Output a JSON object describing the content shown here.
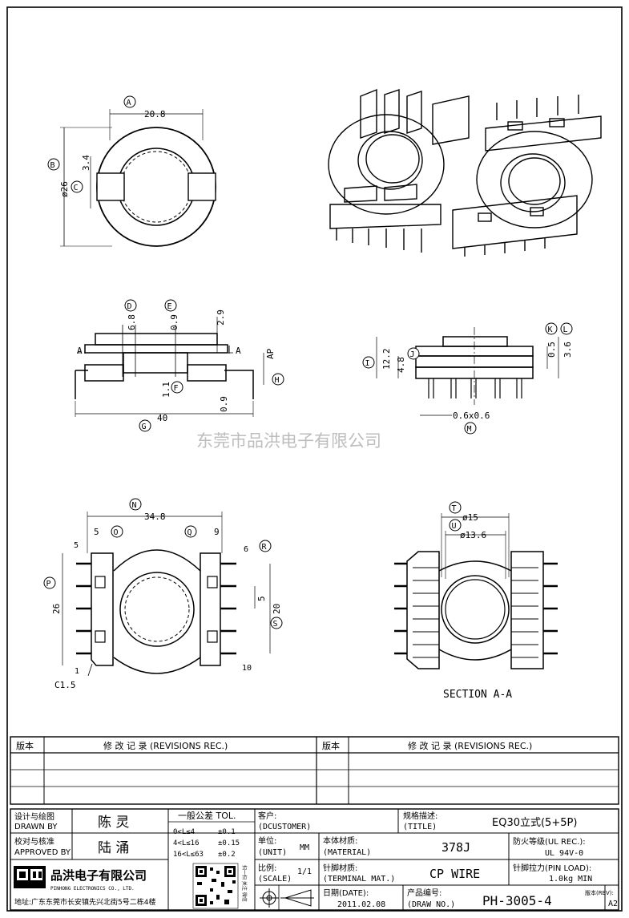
{
  "watermark": "东莞市品洪电子有限公司",
  "views": {
    "top": {
      "dim_width": "20.8",
      "dim_height": "ø26",
      "dim_slot": "3.4",
      "labels": [
        "A",
        "B",
        "C"
      ]
    },
    "front": {
      "dims": [
        "6.8",
        "0.9",
        "2.9",
        "AP",
        "1.1",
        "0.9",
        "40"
      ],
      "section_marks": [
        "A",
        "A"
      ],
      "labels": [
        "D",
        "E",
        "F",
        "G",
        "H"
      ]
    },
    "side": {
      "dims": [
        "12.2",
        "4.8",
        "0.5",
        "3.6",
        "0.6x0.6"
      ],
      "labels": [
        "I",
        "J",
        "K",
        "L",
        "M"
      ]
    },
    "bottom": {
      "dims": [
        "34.8",
        "5",
        "9",
        "26",
        "5",
        "20",
        "C1.5"
      ],
      "pin_numbers": [
        "5",
        "6",
        "1",
        "10"
      ],
      "labels": [
        "N",
        "O",
        "P",
        "Q",
        "R",
        "S"
      ]
    },
    "section": {
      "dims": [
        "ø15",
        "ø13.6"
      ],
      "labels": [
        "T",
        "U"
      ],
      "caption": "SECTION A-A"
    }
  },
  "revisions": {
    "left_header": {
      "version": "版本",
      "record": "修 改 记 录 (REVISIONS REC.)"
    },
    "right_header": {
      "version": "版本",
      "record": "修 改 记 录 (REVISIONS REC.)"
    }
  },
  "title_block": {
    "drawn_by_label_cn": "设计与绘图",
    "drawn_by_label_en": "DRAWN BY",
    "drawn_by": "陈 灵",
    "approved_label_cn": "校对与核准",
    "approved_label_en": "APPROVED BY",
    "approved_by": "陆 涌",
    "tolerance_title": "一般公差 TOL.",
    "tolerances": [
      {
        "range": "0<L≤4",
        "value": "±0.1"
      },
      {
        "range": "4<L≤16",
        "value": "±0.15"
      },
      {
        "range": "16<L≤63",
        "value": "±0.2"
      }
    ],
    "customer_label_cn": "客户:",
    "customer_label_en": "(DCUSTOMER)",
    "title_label_cn": "规格描述:",
    "title_label_en": "(TITLE)",
    "title": "EQ30立式(5+5P)",
    "unit_label_cn": "单位:",
    "unit_label_en": "(UNIT)",
    "unit": "MM",
    "material_label_cn": "本体材质:",
    "material_label_en": "(MATERIAL)",
    "material": "378J",
    "fire_label": "防火等级(UL REC.):",
    "fire": "UL 94V-0",
    "scale_label_cn": "比例:",
    "scale_label_en": "(SCALE)",
    "scale": "1/1",
    "terminal_label_cn": "针脚材质:",
    "terminal_label_en": "(TERMINAL MAT.)",
    "terminal": "CP WIRE",
    "pinload_label": "针脚拉力(PIN LOAD):",
    "pinload": "1.0kg MIN",
    "company_cn": "品洪电子有限公司",
    "company_en": "PINHONG ELECTRONICS CO., LTD.",
    "address": "地址:广东东莞市长安镇先兴北街5号二栋4楼",
    "qr_caption": "扫一扫 关注 微信",
    "date_label_cn": "日期(DATE):",
    "date": "2011.02.08",
    "drawno_label_cn": "产品编号:",
    "drawno_label_en": "(DRAW NO.)",
    "drawno": "PH-3005-4",
    "rev_label": "版本(REV):",
    "rev": "A2"
  }
}
